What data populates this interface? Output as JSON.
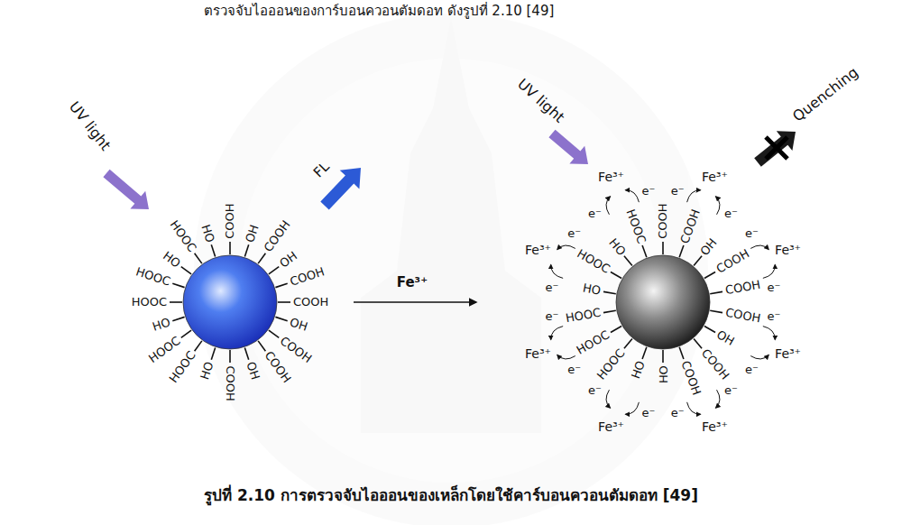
{
  "diagram": {
    "caption": "รูปที่ 2.10 การตรวจจับไอออนของเหล็กโดยใช้คาร์บอนควอนตัมดอท [49]",
    "labels": [
      "ตรวจจับไอออนของการ์บอนควอนตัมดอท ดังรูปที่ 2.10 [49]",
      "UV light",
      "FL",
      "Fe³⁺",
      "UV light",
      "Quenching",
      "COOH",
      "OH",
      "COOH",
      "OH",
      "COOH",
      "COOH",
      "OH",
      "COOH",
      "COOH",
      "OH",
      "COOH",
      "HO",
      "HOOC",
      "HOOC",
      "HO",
      "HOOC",
      "HOOC",
      "HO",
      "HOOC",
      "HO",
      "COOH",
      "COOH",
      "OH",
      "COOH",
      "COOH",
      "COOH",
      "OH",
      "COOH",
      "COOH",
      "OH",
      "HO",
      "HOOC",
      "HOOC",
      "HOOC",
      "HO",
      "HOOC",
      "HO",
      "HOOC",
      "Fe³⁺",
      "Fe³⁺",
      "Fe³⁺",
      "Fe³⁺",
      "Fe³⁺",
      "Fe³⁺",
      "Fe³⁺",
      "Fe³⁺",
      "e⁻",
      "e⁻",
      "e⁻",
      "e⁻",
      "e⁻",
      "e⁻",
      "e⁻",
      "e⁻",
      "e⁻",
      "e⁻",
      "e⁻",
      "e⁻",
      "e⁻",
      "e⁻",
      "e⁻",
      "e⁻"
    ]
  }
}
